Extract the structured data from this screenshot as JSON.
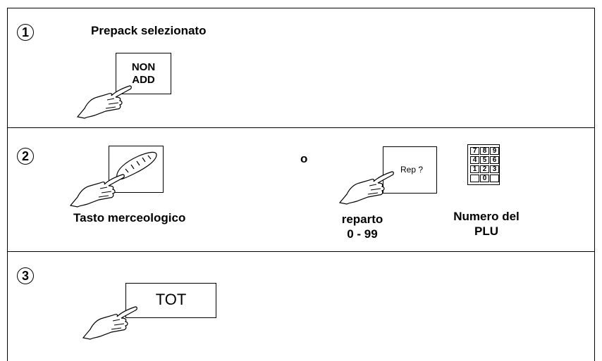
{
  "steps": [
    {
      "number": "1",
      "caption": "Prepack selezionato",
      "key_label_line1": "NON",
      "key_label_line2": "ADD"
    },
    {
      "number": "2",
      "merch_label": "Tasto merceologico",
      "or_label": "o",
      "dept_key_label": "Rep ?",
      "dept_caption_line1": "reparto",
      "dept_caption_line2": "0 - 99",
      "plu_caption_line1": "Numero del",
      "plu_caption_line2": "PLU",
      "keypad": [
        "7",
        "8",
        "9",
        "4",
        "5",
        "6",
        "1",
        "2",
        "3",
        "",
        "0",
        ""
      ]
    },
    {
      "number": "3",
      "key_label": "TOT"
    }
  ],
  "icons": [
    "pointing-hand-icon",
    "bread-icon",
    "numeric-keypad-icon"
  ]
}
